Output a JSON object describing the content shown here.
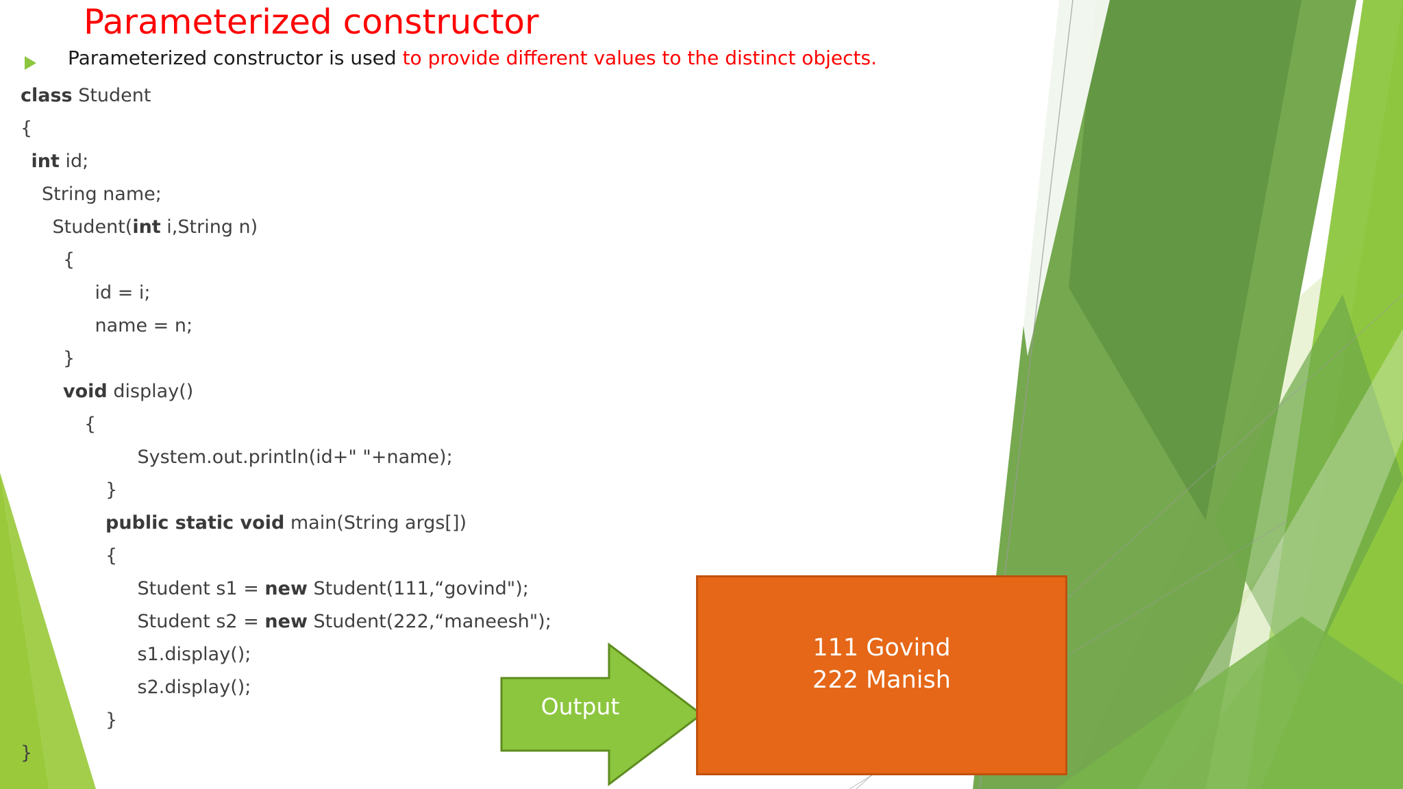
{
  "slide": {
    "title": "Parameterized constructor",
    "title_color": "#FF0000",
    "background_color": "#FFFFFF",
    "theme_accent_green": "#8CC63F",
    "code_color": "#404040"
  },
  "bullet": {
    "marker": "triangle-bullet-icon",
    "text_black": "Parameterized constructor is used ",
    "text_red": "to provide different values to the distinct objects."
  },
  "code": {
    "lines": [
      {
        "indent": 0,
        "html": "<b>class</b> Student"
      },
      {
        "indent": 0,
        "html": "{"
      },
      {
        "indent": 1,
        "html": "<b>int</b> id;"
      },
      {
        "indent": 2,
        "html": "String name;"
      },
      {
        "indent": 3,
        "html": "Student(<b>int</b> i,String n)"
      },
      {
        "indent": 4,
        "html": "{"
      },
      {
        "indent": 7,
        "html": "id = i;"
      },
      {
        "indent": 7,
        "html": "name = n;"
      },
      {
        "indent": 4,
        "html": "}"
      },
      {
        "indent": 4,
        "html": "<b>void</b> display()"
      },
      {
        "indent": 6,
        "html": "{"
      },
      {
        "indent": 11,
        "html": "System.out.println(id+\" \"+name);"
      },
      {
        "indent": 8,
        "html": "}"
      },
      {
        "indent": 8,
        "html": "<b>public static void</b> main(String args[])"
      },
      {
        "indent": 8,
        "html": "{"
      },
      {
        "indent": 11,
        "html": "Student s1 = <b>new</b> Student(111,“govind\");"
      },
      {
        "indent": 11,
        "html": "Student s2 = <b>new</b> Student(222,“maneesh\");"
      },
      {
        "indent": 11,
        "html": "s1.display();"
      },
      {
        "indent": 11,
        "html": "s2.display();"
      },
      {
        "indent": 8,
        "html": "}"
      },
      {
        "indent": 0,
        "html": "}"
      }
    ]
  },
  "output_arrow": {
    "label": "Output",
    "fill_color": "#8CC63F",
    "border_color": "#5E8C1F",
    "label_color": "#FFFFFF"
  },
  "output_box": {
    "lines": [
      "111 Govind",
      "222 Manish"
    ],
    "fill_color": "#E56717",
    "border_color": "#C1500E",
    "text_color": "#FFFFFF"
  }
}
